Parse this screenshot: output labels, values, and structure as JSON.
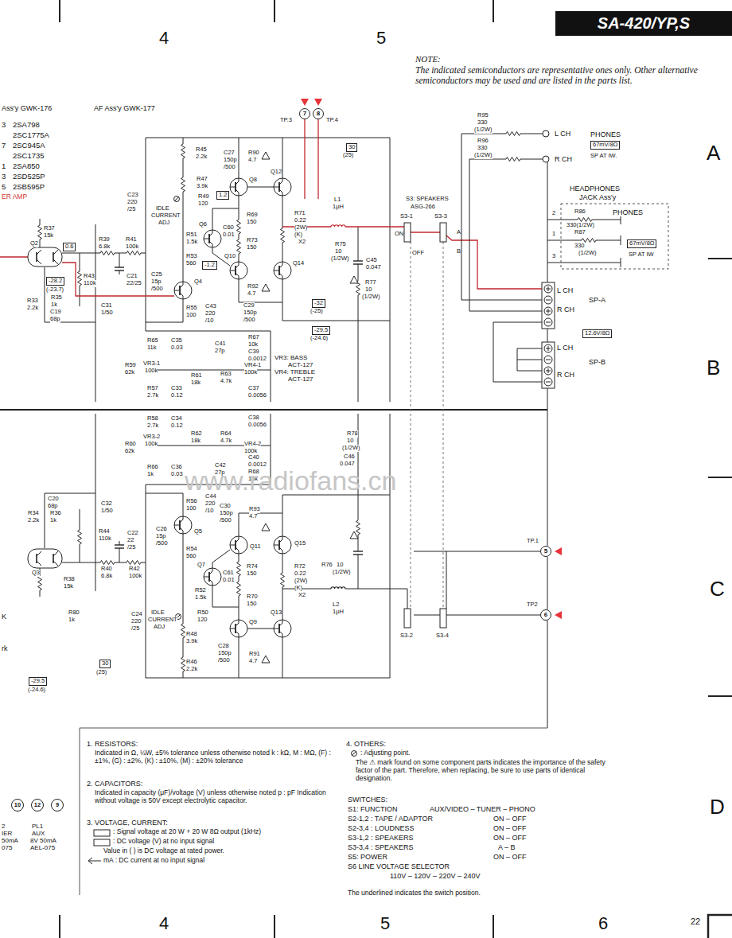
{
  "diagram": {
    "nodes": [
      {
        "text": [
          "SA-420/YP,S"
        ]
      },
      {
        "text": [
          "7"
        ]
      },
      {
        "text": [
          "8"
        ]
      },
      {
        "text": [
          "30"
        ]
      },
      {
        "text": [
          "1.2"
        ]
      },
      {
        "text": [
          "-1.2"
        ]
      },
      {
        "text": [
          "0.6"
        ]
      },
      {
        "text": [
          "-28.2"
        ]
      },
      {
        "text": [
          "-32"
        ]
      },
      {
        "text": [
          "-29.5"
        ]
      },
      {
        "text": [
          "30"
        ]
      },
      {
        "text": [
          "-29.5"
        ]
      },
      {
        "text": [
          "67mV/8Ω"
        ]
      },
      {
        "text": [
          "67mV/8Ω"
        ]
      },
      {
        "text": [
          "12.6V/8Ω"
        ]
      },
      {
        "text": [
          "5"
        ]
      },
      {
        "text": [
          "6"
        ]
      },
      {
        "text": [
          "10"
        ]
      },
      {
        "text": [
          "12"
        ]
      },
      {
        "text": [
          "9"
        ]
      }
    ],
    "labels": [
      "4",
      "5",
      "4",
      "5",
      "6",
      "22",
      "A",
      "B",
      "C",
      "D",
      "NOTE:",
      "The indicated semiconductors are representative ones only. Other alternative semiconductors may be used and are listed in the parts list.",
      "Ass'y GWK-176",
      "AF Ass'y GWK-177",
      "2SA798",
      "2SC1775A",
      "2SC945A",
      "2SC1735",
      "2SA850",
      "2SD525P",
      "2SB595P",
      "ER AMP",
      "3",
      "7",
      "1",
      "3",
      "5",
      "TP.3",
      "TP.4",
      "R45",
      "2.2k",
      "R47",
      "3.9k",
      "C23",
      "220",
      "/25",
      "R49",
      "120",
      "IDLE",
      "CURRENT",
      "ADJ",
      "C27",
      "150p",
      "/500",
      "R90",
      "4.7",
      "Q8",
      "Q12",
      "R51",
      "1.5k",
      "Q6",
      "C60",
      "0.01",
      "R69",
      "150",
      "R73",
      "150",
      "R71",
      "0.22",
      "(2W)",
      "(K)",
      "X2",
      "L1",
      "1μH",
      "R75",
      "10",
      "(1/2W)",
      "C45",
      "0.047",
      "R77",
      "10",
      "(1/2W)",
      "Q10",
      "Q14",
      "R53",
      "560",
      "R37",
      "15k",
      "R39",
      "6.8k",
      "R41",
      "100k",
      "C25",
      "15p",
      "/500",
      "Q4",
      "C29",
      "150p",
      "/500",
      "R92",
      "4.7",
      "R43",
      "110k",
      "C21",
      "22/25",
      "Q2",
      "(-23.7)",
      "R33",
      "2.2k",
      "R35",
      "1k",
      "C19",
      "68p",
      "C31",
      "1/50",
      "R55",
      "100",
      "C43",
      "220",
      "/10",
      "(-25)",
      "(-24.6)",
      "(25)",
      "R67",
      "10k",
      "C39",
      "0.0012",
      "R65",
      "11k",
      "C35",
      "0.03",
      "C41",
      "27p",
      "VR3-1",
      "100k",
      "R59",
      "62k",
      "R61",
      "18k",
      "R63",
      "4.7k",
      "VR4-1",
      "100k",
      "VR3: BASS",
      "ACT-127",
      "VR4: TREBLE",
      "ACT-127",
      "R57",
      "2.7k",
      "C33",
      "0.12",
      "C37",
      "0.0056",
      "C38",
      "0.0056",
      "R58",
      "2.7k",
      "C34",
      "0.12",
      "R62",
      "18k",
      "R64",
      "4.7k",
      "VR4-2",
      "100k",
      "R60",
      "62k",
      "VR3-2",
      "100k",
      "R66",
      "1k",
      "C36",
      "0.03",
      "C42",
      "27p",
      "C40",
      "0.0012",
      "R68",
      "10k",
      "R78",
      "10",
      "(1/2W)",
      "C46",
      "0.047",
      "C20",
      "68p",
      "R34",
      "2.2k",
      "R36",
      "1k",
      "C32",
      "1/50",
      "R56",
      "100",
      "C44",
      "220",
      "/10",
      "C30",
      "150p",
      "/500",
      "R93",
      "4.7",
      "Q5",
      "Q11",
      "Q15",
      "R44",
      "110k",
      "C22",
      "22",
      "/25",
      "C26",
      "15p",
      "/500",
      "Q3",
      "R40",
      "6.8k",
      "R42",
      "100k",
      "R54",
      "560",
      "Q7",
      "C61",
      "0.01",
      "R74",
      "150",
      "R72",
      "0.22",
      "(2W)",
      "(K)",
      "X2",
      "R76",
      "10",
      "(1/2W)",
      "L2",
      "1μH",
      "R38",
      "15k",
      "R52",
      "1.5k",
      "R70",
      "150",
      "C24",
      "220",
      "/25",
      "IDLE",
      "CURRENT",
      "ADJ",
      "R50",
      "120",
      "R48",
      "3.9k",
      "Q9",
      "Q13",
      "C28",
      "150p",
      "/500",
      "R91",
      "4.7",
      "R46",
      "2.2k",
      "R80",
      "1k",
      "(25)",
      "(-24.6)",
      "R95",
      "330",
      "(1/2W)",
      "R96",
      "330",
      "(1/2W)",
      "L CH",
      "R CH",
      "PHONES",
      "SP AT IW.",
      "HEADPHONES",
      "JACK Ass'y",
      "R86",
      "330(1/2W)",
      "PHONES",
      "2",
      "1",
      "3",
      "R87",
      "330",
      "(1/2W)",
      "SP AT IW",
      "S3: SPEAKERS",
      "ASG-266",
      "S3-1",
      "S3-3",
      "ON",
      "OFF",
      "A",
      "B",
      "L CH",
      "R CH",
      "SP-A",
      "L CH",
      "R CH",
      "SP-B",
      "TP.1",
      "TP2",
      "S3-2",
      "S3-4",
      "www.radiofans.cn",
      "1. RESISTORS:",
      "Indicated in Ω, ¼W, ±5% tolerance unless otherwise noted k : kΩ, M : MΩ, (F) : ±1%, (G) : ±2%, (K) : ±10%, (M) : ±20% tolerance",
      "2. CAPACITORS:",
      "Indicated in capacity (μF)/voltage (V) unless otherwise noted p : pF Indication without voltage is 50V except electrolytic capacitor.",
      "3. VOLTAGE, CURRENT:",
      ": Signal voltage at 20 W + 20 W 8Ω output (1kHz)",
      ": DC voltage (V) at no input signal",
      "Value in ( ) is DC voltage at rated power.",
      "mA : DC current at no input signal",
      "4. OTHERS:",
      ": Adjusting point.",
      "The ⚠ mark found on some component parts indicates the importance of the safety factor of the part. Therefore, when replacing, be sure to use parts of identical designation.",
      "SWITCHES:",
      "S1: FUNCTION",
      "AUX/VIDEO – TUNER – PHONO",
      "S2-1,2 : TAPE / ADAPTOR",
      "ON – OFF",
      "S2-3,4 : LOUDNESS",
      "ON – OFF",
      "S3-1,2 : SPEAKERS",
      "ON – OFF",
      "S3-3,4 : SPEAKERS",
      "A – B",
      "S5: POWER",
      "ON – OFF",
      "S6 LINE VOLTAGE SELECTOR",
      "110V – 120V – 220V – 240V",
      "The underlined indicates the switch position.",
      "PL1",
      "AUX",
      "8V 50mA",
      "AEL-075",
      "2",
      "IER",
      "50mA",
      "075",
      "K",
      "rk"
    ]
  }
}
